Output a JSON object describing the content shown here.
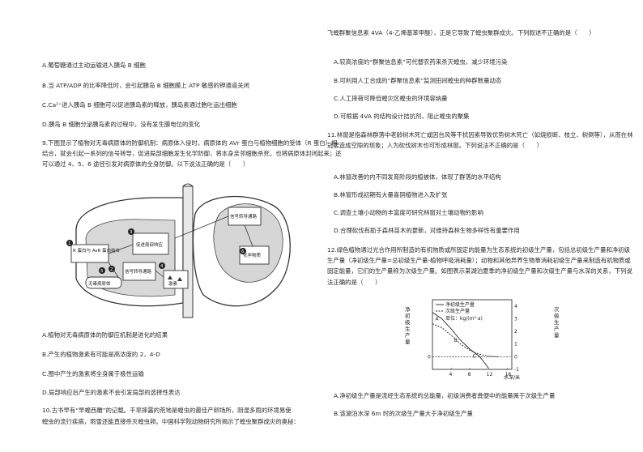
{
  "left": {
    "q8_options": {
      "A": "A.葡萄糖通过主动运输进入胰岛 B 细胞",
      "B": "B.当 ATP/ADP 的比率降低时，会引起胰岛 B 细胞膜上 ATP 敏感的钾通道关闭",
      "C": "C.Ca²⁺进入胰岛 B 细胞可以促进胰岛素的释放，胰岛素通过胞吐运出细胞",
      "D": "D.胰岛 B 细胞分泌胰岛素的过程中，没有发生膜电位的变化"
    },
    "q9": {
      "stem": "9.下图显示了植物对无毒病原体的防御机制：病原体入侵时，病原体的 AVr 蛋白与植物细胞的受体（R 蛋白）相结合，就会引起一系列的信号转导，促进局部细胞发生化学防御，将本身亲邻细胞杀死，也将病原体封闭起来；还可以通过 4、5、6 途径引发对病原体的全身防御。以下说法正确的是（　　）",
      "diagram": {
        "label_r_protein": "R 蛋白与 AvR 蛋白结合",
        "label_pathogen": "无毒病原体",
        "label_promote": "促进局部响应",
        "label_signal_left": "信号转导通路",
        "label_signal_right": "信号转导通路",
        "label_hormone": "激素",
        "label_chemical": "化学物质",
        "n1": "1",
        "n2": "2",
        "n3": "3",
        "n4": "4",
        "n5": "5",
        "n6": "6"
      },
      "options": {
        "A": "A.植物对无毒病原体的防御应机制是进化的结果",
        "B": "B.产生的植物激素有可能是高浓度的 2，4-D",
        "C": "C.图中产生的激素将全身属于极性运输",
        "D": "D.局部响应后产生的激素不会引发局部的选择性表达"
      }
    },
    "q10_line1": "10.古书早有“早蝗西雕”的记载。干旱摔露的荒地是蝗虫的最佳产卵场所，阴湿多雨的环境易使",
    "q10_line2": "蝗虫的流行疾病，雨雪还能直接杀灭蝗虫卵。中国科学院动物研究所揭示了蝗虫聚群成灾的奥秘："
  },
  "right": {
    "q10_cont": "飞蝗群聚信息素 4VA（4-乙烯基苯甲醚），正是它导致了蝗虫聚群成灾。下列叙述不正确的是（　　）",
    "q10_options": {
      "A": "A.较高浓度的“群聚信息素”可代替农药来杀灭蝗虫，减少环境污染",
      "B": "B.可利用人工合成的“群聚信息素”监测田间蝗虫的种群数量动态",
      "C": "C.人工摔荷可降低蝗灾区蝗虫的环境容纳量",
      "D": "D.可根据 4VA 的结构设计拮抗剂，阻止蝗虫的聚集"
    },
    "q11": {
      "stem": "11.林窗是指森林群落中老龄树木死亡或因台风等干扰因素导致优势树木死亡（如烧损断、枝立、树倒等），从而在林冠层造成空隙的现象；人为砍伐树木也可形成林窗。下列说法不正确的是（　　）",
      "options": {
        "A": "A.林窗改善的内不同发育阶段的植被体，体现了群落的水平结构",
        "B": "B.林窗形成初期有大量喜阴植物进入及扩张",
        "C": "C.调查土壤小动物的丰富度可研究林窗对土壤动物的影响",
        "D": "D.合理砍伐有助于森林苗木的更新，对维持森林生物多样性有重要作用"
      }
    },
    "q12": {
      "stem": "12.绿色植物通过光合作用所制造的有机物质或所固定的能量为生态系统的初级生产量，包括总初级生产量和净初级生产量（净初级生产量=总初级生产量-植物呼吸消耗量）；动物和其他异养生物靠消耗初级生产量来制造有机物质或固定能量，它们的生产量称为次级生产量。如图表示某湖泊夏季的净初级生产量和次级生产量与水深的关系，下列说法正确的是（　　）",
      "options": {
        "A": "A.净初级生产量是流经生态系统的总能量，初级消费者粪便中的能量属于次级生产量",
        "B": "B.该湖泊水深 6m 时的次级生产量大于净初级生产量"
      }
    },
    "chart_data": {
      "type": "line",
      "title": "",
      "legend": [
        "净初级生产量",
        "次级生产量"
      ],
      "unit": "单位：kg/(m²·a)",
      "ylabel_left": "净初级生产量",
      "ylabel_right": "次级生产量",
      "xlabel": "水深/米",
      "x_ticks": [
        "4",
        "8",
        "12",
        "16"
      ],
      "y_ticks_right": [
        "4",
        "3",
        "2",
        "1",
        "0",
        "-1"
      ],
      "point_labels": [
        "A",
        "B",
        "C"
      ],
      "origin_label": "0",
      "series": [
        {
          "name": "净初级生产量",
          "x": [
            0,
            2,
            4,
            6,
            8,
            10,
            11,
            12
          ],
          "y": [
            3.5,
            3.0,
            2.2,
            1.3,
            0.6,
            0.05,
            -0.4,
            -0.9
          ]
        },
        {
          "name": "次级生产量",
          "x": [
            0,
            2,
            4,
            6,
            8,
            10,
            12,
            14
          ],
          "y": [
            2.6,
            2.3,
            1.7,
            1.0,
            0.5,
            0.2,
            0.05,
            0.0
          ]
        }
      ],
      "xlim": [
        0,
        17
      ],
      "ylim": [
        -1,
        4.5
      ]
    }
  }
}
